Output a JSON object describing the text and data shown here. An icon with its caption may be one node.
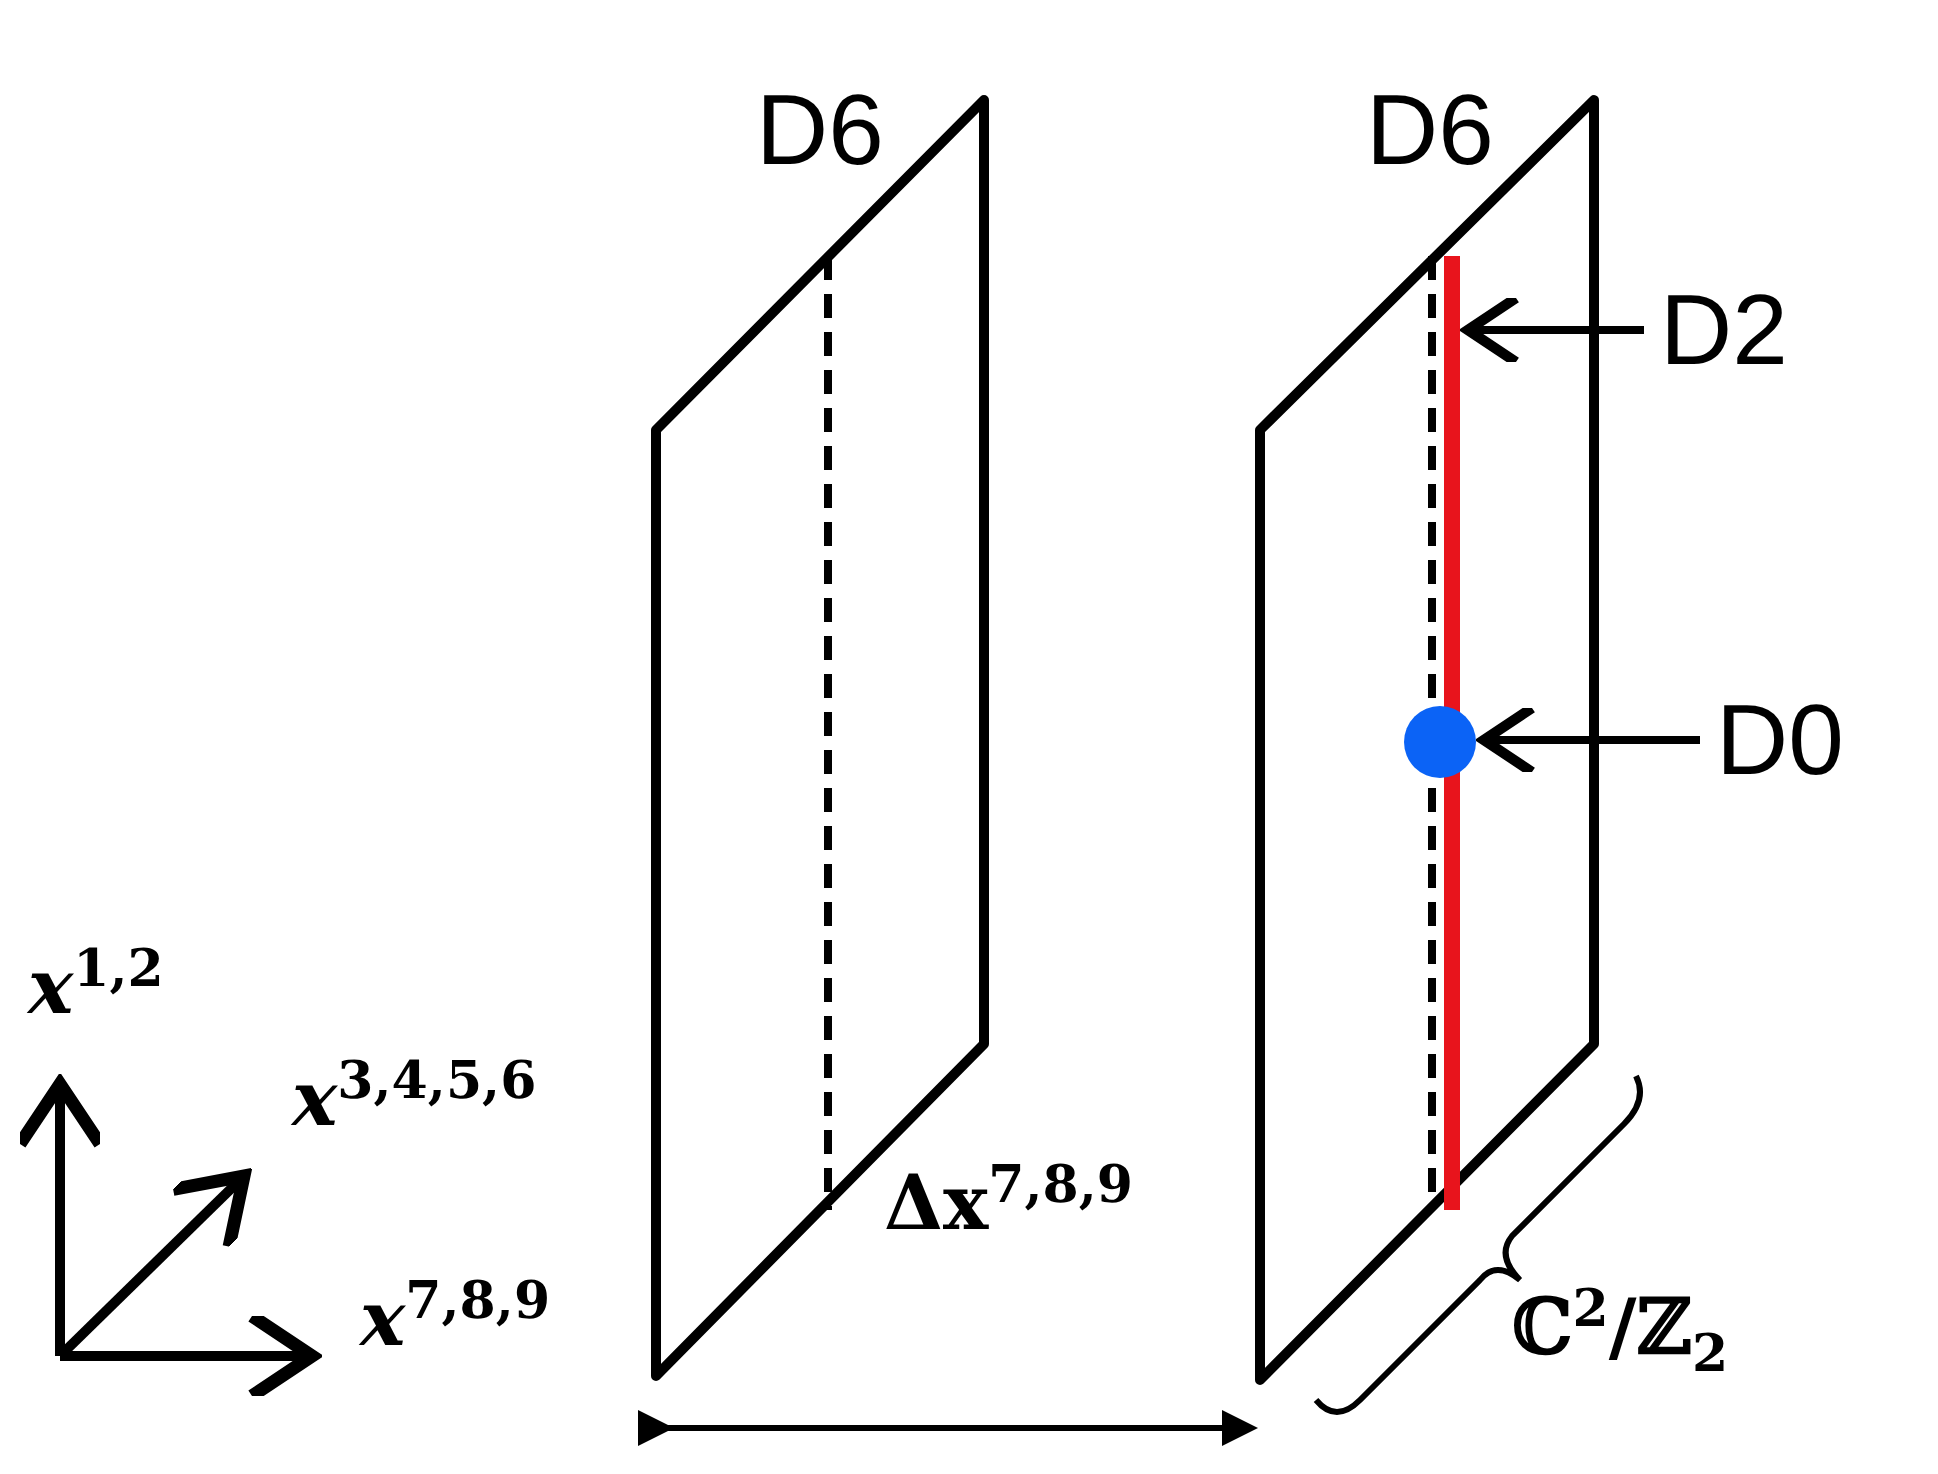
{
  "diagram": {
    "nodes": [
      {
        "text": [
          "D6"
        ]
      },
      {
        "text": [
          "D6"
        ]
      },
      {
        "text": [
          "D2"
        ]
      },
      {
        "text": [],
        "shape": "bar",
        "in": 1
      },
      {
        "text": [
          "D0"
        ]
      },
      {
        "text": [],
        "shape": "circle",
        "in": 1
      }
    ],
    "edges": [
      {
        "from": 2,
        "to": 3,
        "arrow": "to"
      },
      {
        "from": 4,
        "to": 5,
        "arrow": "to"
      }
    ],
    "labels": [
      "*x*$^{1,2}$",
      "*x*$^{3,4,5,6}$",
      "*x*$^{7,8,9}$",
      "Δx$^{7,8,9}$",
      "ℂ$^{2}$/ℤ$_{2}$"
    ]
  }
}
